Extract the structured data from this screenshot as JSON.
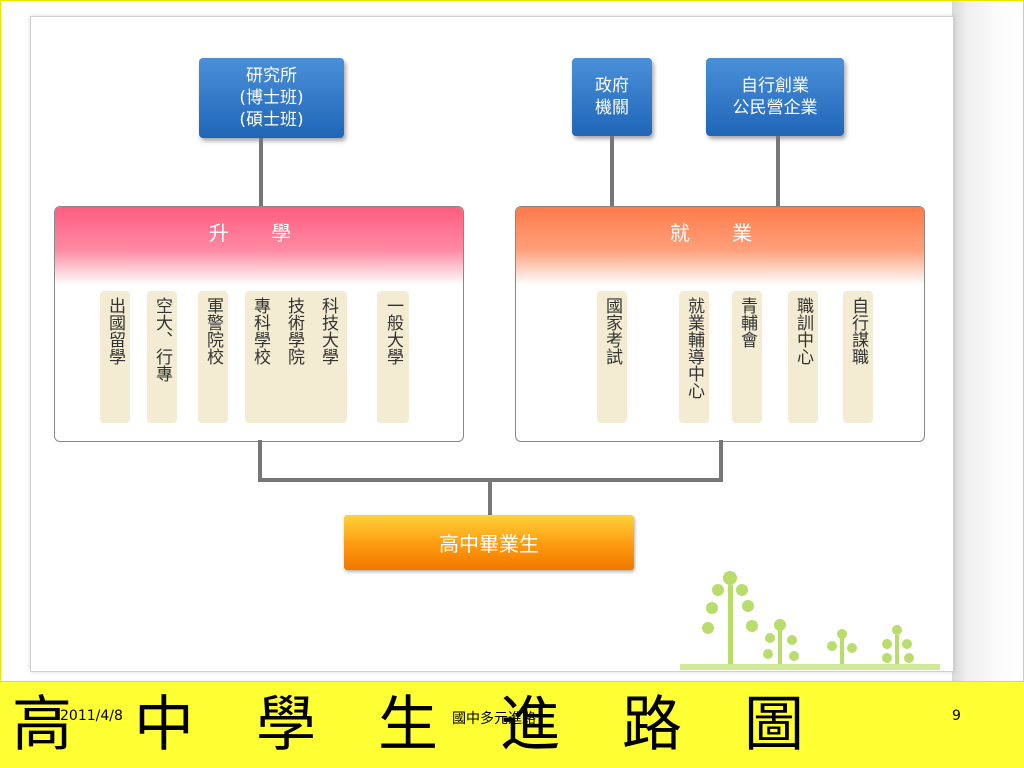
{
  "top_boxes": {
    "graduate": [
      "研究所",
      "(博士班)",
      "(碩士班)"
    ],
    "government": [
      "政府",
      "機關"
    ],
    "self_employ": [
      "自行創業",
      "公民營企業"
    ]
  },
  "panels": {
    "further_study": {
      "title": "升 學",
      "columns": [
        "出國留學",
        "空大、行專",
        "軍警院校",
        "專科學校",
        "技術學院",
        "科技大學",
        "一般大學"
      ]
    },
    "employment": {
      "title": "就 業",
      "columns": [
        "國家考試",
        "就業輔導中心",
        "青輔會",
        "職訓中心",
        "自行謀職"
      ]
    }
  },
  "bottom_box": "高中畢業生",
  "footer": {
    "title": "高中學生進路圖",
    "date": "2011/4/8",
    "center": "國中多元進路",
    "page": "9"
  },
  "colors": {
    "box_blue": "#2a75c8",
    "band_pink": "#ff6b8a",
    "band_orange": "#ff8c5a",
    "bottom_orange": "#ff9a10",
    "footer_yellow": "#ffff33"
  }
}
